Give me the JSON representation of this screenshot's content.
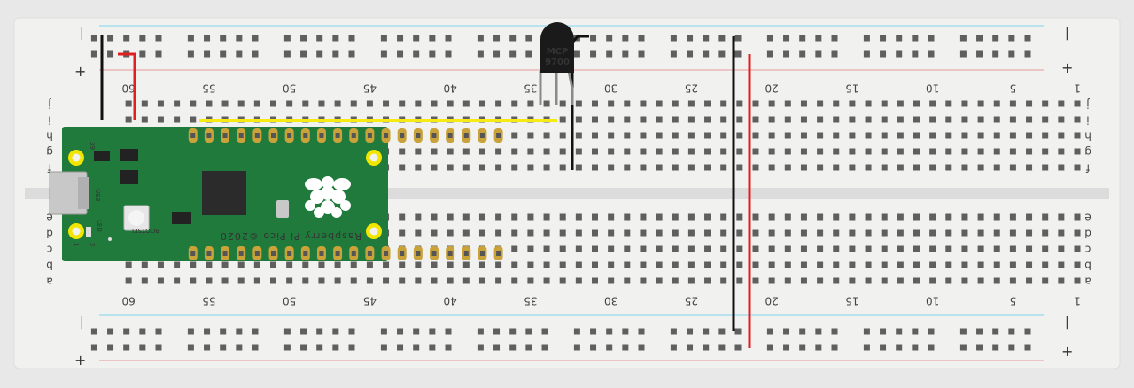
{
  "breadboard": {
    "columns": 60,
    "rows_top": [
      "j",
      "i",
      "h",
      "g",
      "f"
    ],
    "rows_bottom": [
      "e",
      "d",
      "c",
      "b",
      "a"
    ],
    "number_labels": [
      "1",
      "5",
      "10",
      "15",
      "20",
      "25",
      "30",
      "35",
      "40",
      "45",
      "50",
      "55",
      "60"
    ],
    "rail_plus": "+",
    "rail_minus": "|",
    "colors": {
      "board": "#f1f1f0",
      "hole": "#5f5f5f",
      "rail_blue": "#7fd3ec",
      "rail_red": "#e89a9a",
      "channel": "#dcdcdc"
    }
  },
  "pico": {
    "brand_text": "Raspberry Pi Pico ©2020",
    "usb_label": "USB",
    "led_label": "LED",
    "bootsel_label": "BOOTSEL",
    "pin_top_label": "39",
    "pin_bottom_labels": [
      "1",
      "2"
    ],
    "colors": {
      "pcb": "#1f7a3b",
      "pad": "#c9a23a",
      "mount": "#f2e600"
    }
  },
  "sensor": {
    "label_line1": "MCP",
    "label_line2": "9700",
    "colors": {
      "body": "#1a1a1a",
      "text": "#ffffff",
      "legs": "#8a8a8a"
    }
  },
  "wires": [
    {
      "name": "wire-black-left",
      "color": "#111111"
    },
    {
      "name": "wire-red-left",
      "color": "#e02020"
    },
    {
      "name": "wire-yellow-signal",
      "color": "#f5ea14"
    },
    {
      "name": "wire-black-sensor",
      "color": "#111111"
    },
    {
      "name": "wire-black-rail",
      "color": "#111111"
    },
    {
      "name": "wire-red-rail",
      "color": "#e02020"
    }
  ]
}
